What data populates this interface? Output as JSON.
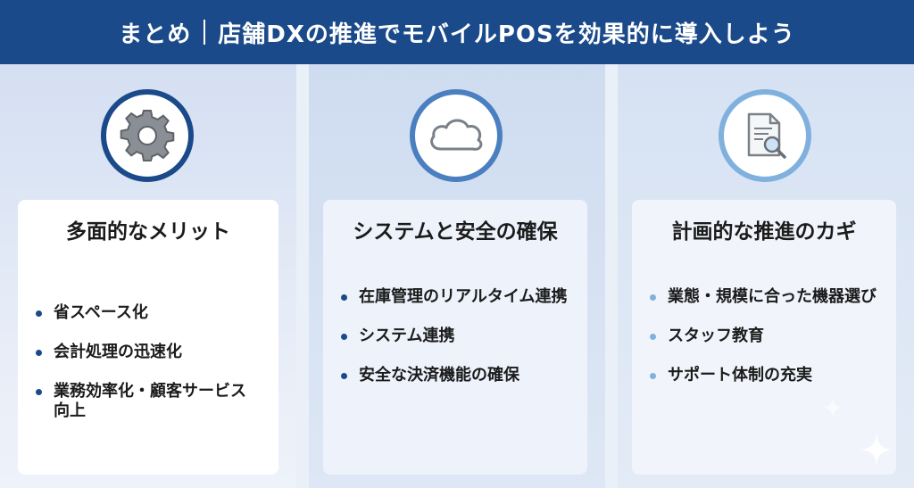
{
  "header": {
    "left": "まとめ",
    "right": "店舗DXの推進でモバイルPOSを効果的に導入しよう"
  },
  "colors": {
    "header_bg": "#1a4a8a",
    "accent_dark": "#1a4a8a",
    "accent_mid": "#4a7fc0",
    "accent_light": "#7fb0de"
  },
  "columns": [
    {
      "icon": "gear-icon",
      "title": "多面的なメリット",
      "items": [
        "省スペース化",
        "会計処理の迅速化",
        "業務効率化・顧客サービス向上"
      ]
    },
    {
      "icon": "cloud-icon",
      "title": "システムと安全の確保",
      "items": [
        "在庫管理のリアルタイム連携",
        "システム連携",
        "安全な決済機能の確保"
      ]
    },
    {
      "icon": "document-search-icon",
      "title": "計画的な推進のカギ",
      "items": [
        "業態・規模に合った機器選び",
        "スタッフ教育",
        "サポート体制の充実"
      ]
    }
  ]
}
